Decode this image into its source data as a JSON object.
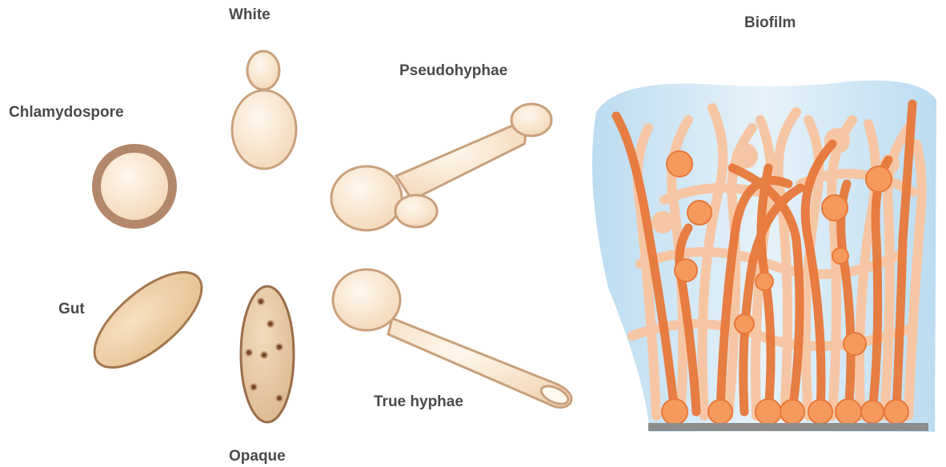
{
  "labels": {
    "white": "White",
    "pseudohyphae": "Pseudohyphae",
    "chlamydospore": "Chlamydospore",
    "gut": "Gut",
    "true_hyphae": "True hyphae",
    "opaque": "Opaque",
    "biofilm": "Biofilm"
  },
  "colors": {
    "cell_fill": "#fbe9d4",
    "cell_stroke": "#c9a07c",
    "chlamydospore_wall": "#b3876a",
    "gut_fill": "#efd0a6",
    "gut_stroke": "#a4784f",
    "opaque_fill": "#e8caa3",
    "opaque_stroke": "#9a6e4a",
    "biofilm_bg": "#cfe6f3",
    "hypha_front": "#f08a45",
    "hypha_back": "#f6c6a4",
    "substrate": "#8c8c8c"
  },
  "icons": {
    "white": "budding-yeast-icon",
    "chlamydospore": "thick-walled-spore-icon",
    "gut": "elongated-cell-icon",
    "opaque": "spotted-elongated-cell-icon",
    "pseudohyphae": "pseudohyphae-icon",
    "true_hyphae": "germ-tube-icon",
    "biofilm": "biofilm-icon"
  }
}
